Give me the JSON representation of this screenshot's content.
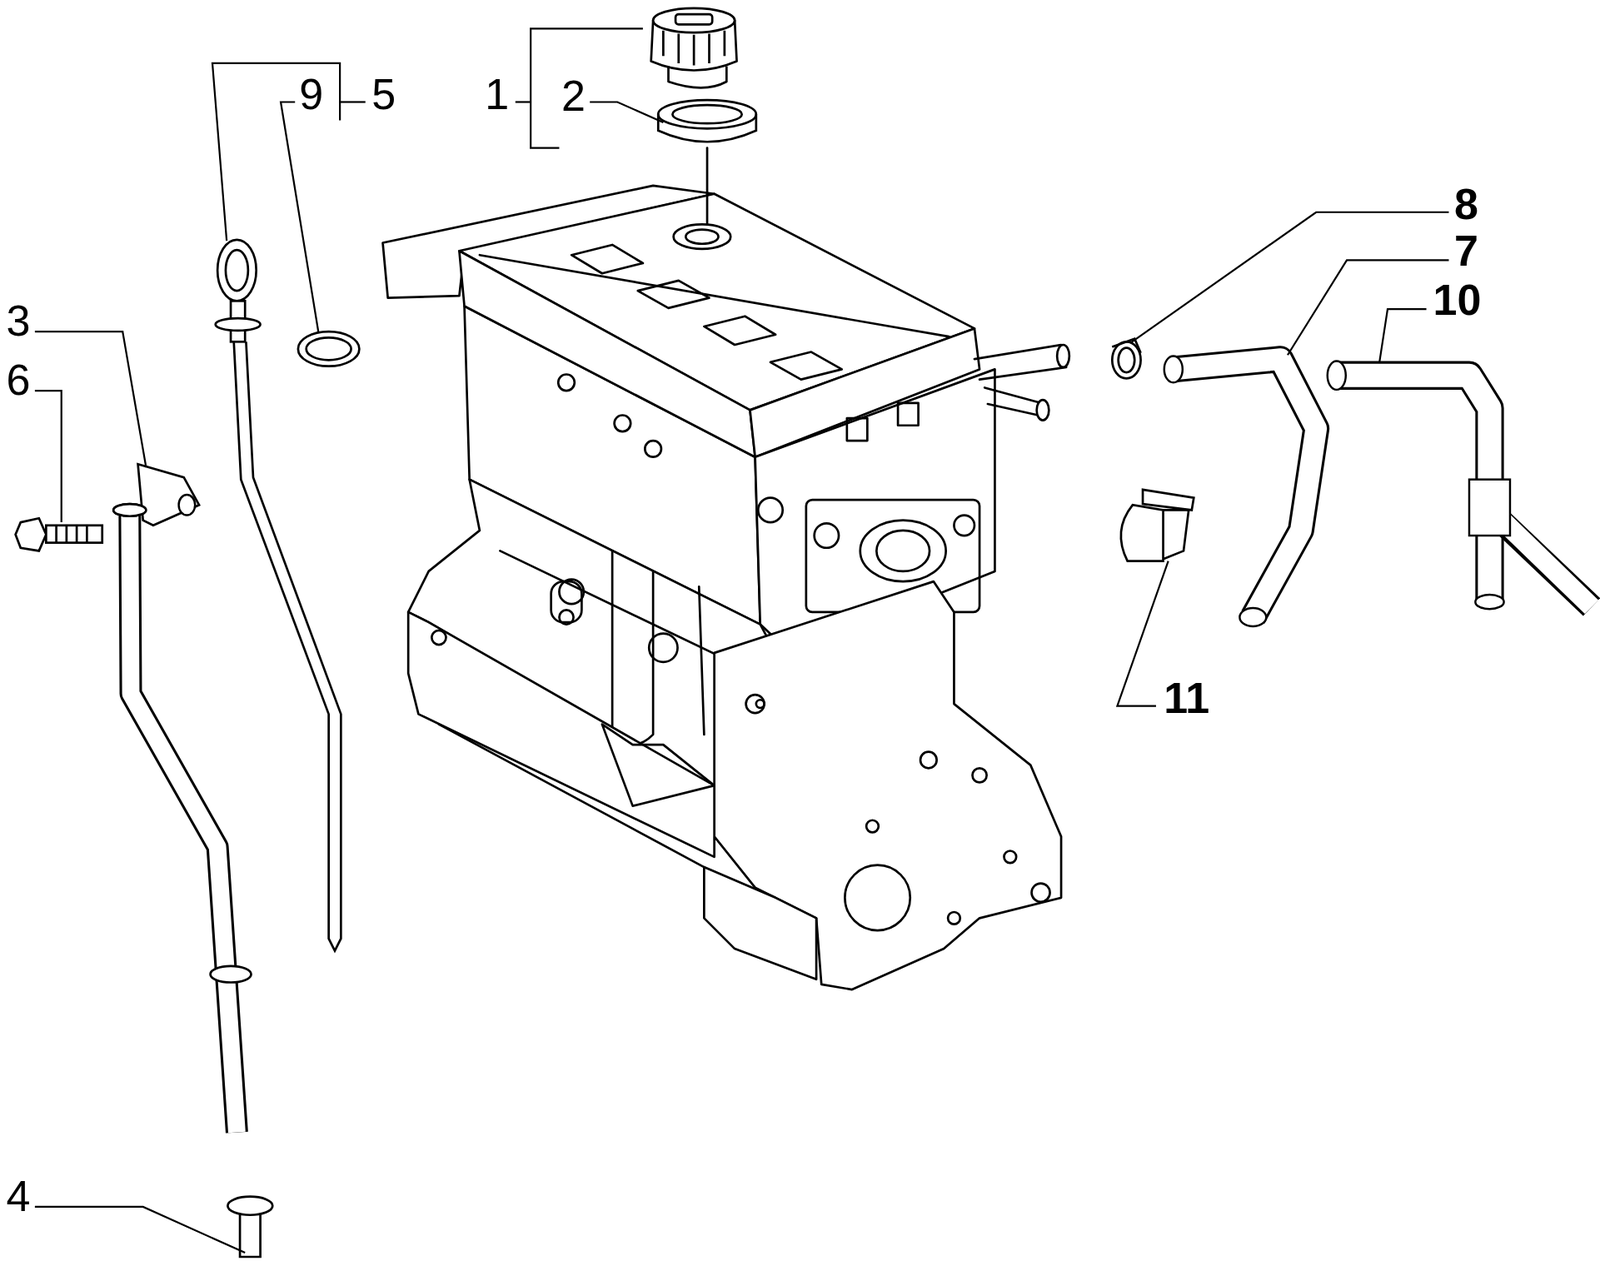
{
  "diagram": {
    "labels": [
      "9",
      "5",
      "1",
      "2",
      "3",
      "6",
      "8",
      "7",
      "10",
      "11",
      "4"
    ]
  }
}
